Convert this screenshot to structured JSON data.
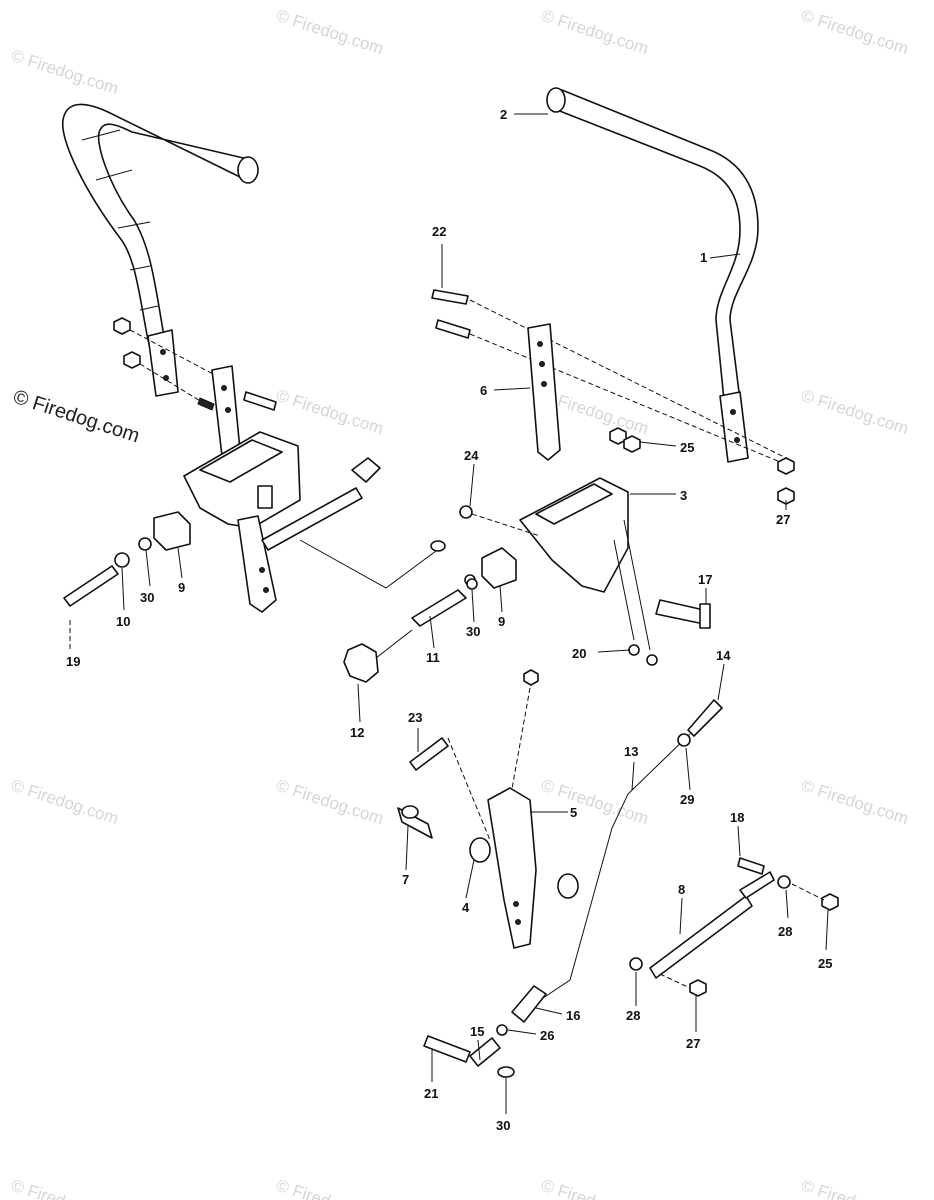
{
  "watermark": {
    "text": "© Firedog.com",
    "color": "#d6d6d6"
  },
  "copyright": "© Firedog.com",
  "callouts": [
    {
      "id": "c-1",
      "text": "1"
    },
    {
      "id": "c-2",
      "text": "2"
    },
    {
      "id": "c-3",
      "text": "3"
    },
    {
      "id": "c-4",
      "text": "4"
    },
    {
      "id": "c-5",
      "text": "5"
    },
    {
      "id": "c-6",
      "text": "6"
    },
    {
      "id": "c-7",
      "text": "7"
    },
    {
      "id": "c-8",
      "text": "8"
    },
    {
      "id": "c-9a",
      "text": "9"
    },
    {
      "id": "c-9b",
      "text": "9"
    },
    {
      "id": "c-10",
      "text": "10"
    },
    {
      "id": "c-11",
      "text": "11"
    },
    {
      "id": "c-12",
      "text": "12"
    },
    {
      "id": "c-13",
      "text": "13"
    },
    {
      "id": "c-14",
      "text": "14"
    },
    {
      "id": "c-15",
      "text": "15"
    },
    {
      "id": "c-16",
      "text": "16"
    },
    {
      "id": "c-17",
      "text": "17"
    },
    {
      "id": "c-18",
      "text": "18"
    },
    {
      "id": "c-19",
      "text": "19"
    },
    {
      "id": "c-20",
      "text": "20"
    },
    {
      "id": "c-21",
      "text": "21"
    },
    {
      "id": "c-22",
      "text": "22"
    },
    {
      "id": "c-23",
      "text": "23"
    },
    {
      "id": "c-24",
      "text": "24"
    },
    {
      "id": "c-25a",
      "text": "25"
    },
    {
      "id": "c-25b",
      "text": "25"
    },
    {
      "id": "c-26",
      "text": "26"
    },
    {
      "id": "c-27a",
      "text": "27"
    },
    {
      "id": "c-27b",
      "text": "27"
    },
    {
      "id": "c-28a",
      "text": "28"
    },
    {
      "id": "c-28b",
      "text": "28"
    },
    {
      "id": "c-29",
      "text": "29"
    },
    {
      "id": "c-30a",
      "text": "30"
    },
    {
      "id": "c-30b",
      "text": "30"
    },
    {
      "id": "c-30c",
      "text": "30"
    }
  ]
}
